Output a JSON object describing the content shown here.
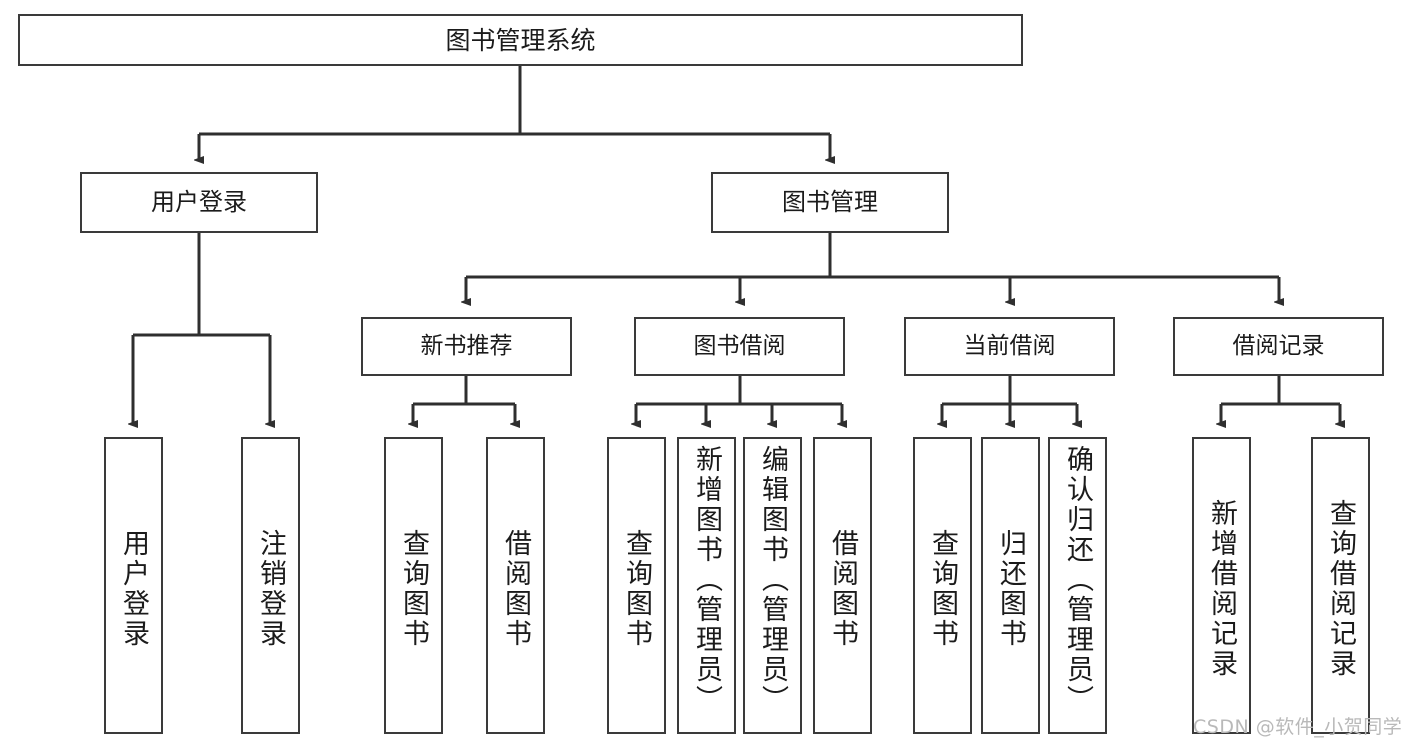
{
  "diagram": {
    "type": "tree-hierarchy-chart",
    "title": "图书管理系统",
    "colors": {
      "box_border": "#3a3a3a",
      "box_fill": "#ffffff",
      "edge": "#2f2f2f",
      "text": "#1b1b1b",
      "watermark": "#b9b9b9"
    },
    "root": {
      "id": "root",
      "label": "图书管理系统"
    },
    "level2": [
      {
        "id": "user-login",
        "label": "用户登录"
      },
      {
        "id": "book-manage",
        "label": "图书管理"
      }
    ],
    "level3": [
      {
        "id": "new-book-rec",
        "label": "新书推荐"
      },
      {
        "id": "book-borrow",
        "label": "图书借阅"
      },
      {
        "id": "current-borrow",
        "label": "当前借阅"
      },
      {
        "id": "borrow-record",
        "label": "借阅记录"
      }
    ],
    "leaves": [
      {
        "id": "leaf-user-login",
        "label": "用户登录",
        "parent": "user-login"
      },
      {
        "id": "leaf-logout",
        "label": "注销登录",
        "parent": "user-login"
      },
      {
        "id": "leaf-query-book-1",
        "label": "查询图书",
        "parent": "new-book-rec"
      },
      {
        "id": "leaf-borrow-book-1",
        "label": "借阅图书",
        "parent": "new-book-rec"
      },
      {
        "id": "leaf-query-book-2",
        "label": "查询图书",
        "parent": "book-borrow"
      },
      {
        "id": "leaf-add-book",
        "label": "新增图书（管理员）",
        "parent": "book-borrow"
      },
      {
        "id": "leaf-edit-book",
        "label": "编辑图书（管理员）",
        "parent": "book-borrow"
      },
      {
        "id": "leaf-borrow-book-2",
        "label": "借阅图书",
        "parent": "book-borrow"
      },
      {
        "id": "leaf-query-book-3",
        "label": "查询图书",
        "parent": "current-borrow"
      },
      {
        "id": "leaf-return-book",
        "label": "归还图书",
        "parent": "current-borrow"
      },
      {
        "id": "leaf-confirm-return",
        "label": "确认归还（管理员）",
        "parent": "current-borrow"
      },
      {
        "id": "leaf-add-record",
        "label": "新增借阅记录",
        "parent": "borrow-record"
      },
      {
        "id": "leaf-query-record",
        "label": "查询借阅记录",
        "parent": "borrow-record"
      }
    ]
  },
  "watermark": {
    "text": "CSDN @软件_小贺同学"
  }
}
